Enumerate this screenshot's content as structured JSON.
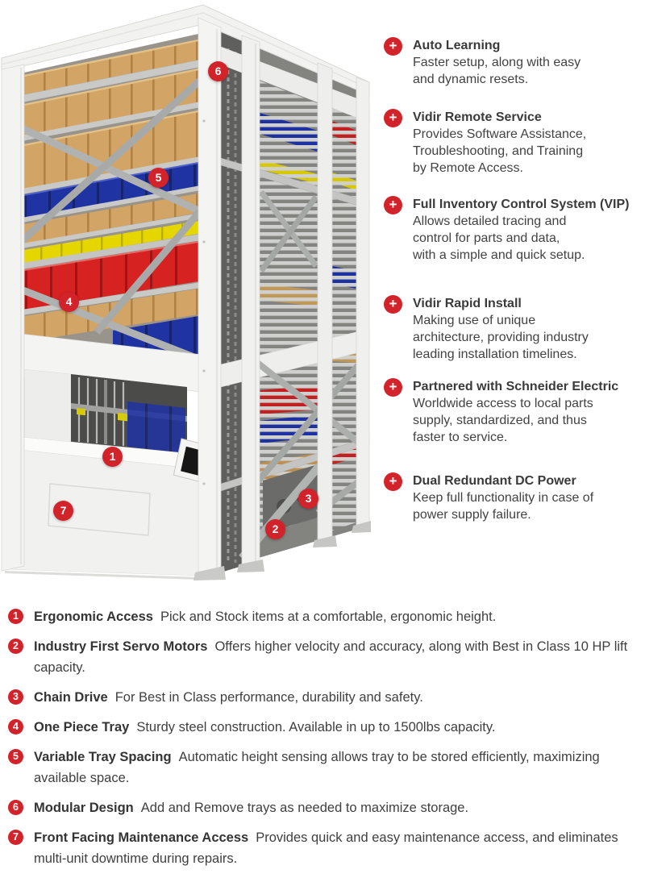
{
  "palette": {
    "accent_red": "#d2232a",
    "text_dark": "#3a3a3a",
    "machine_white": "#f2f2f0",
    "bin_blue": "#1f35a6",
    "bin_red": "#d62322",
    "bin_yellow": "#e8d900",
    "box_tan": "#d2a465"
  },
  "icons": {
    "plus": "+"
  },
  "machine_markers": [
    {
      "label": "1"
    },
    {
      "label": "2"
    },
    {
      "label": "3"
    },
    {
      "label": "4"
    },
    {
      "label": "5"
    },
    {
      "label": "6"
    },
    {
      "label": "7"
    }
  ],
  "features": [
    {
      "title": "Auto Learning",
      "description": "Faster setup, along with easy\nand dynamic resets."
    },
    {
      "title": "Vidir Remote Service",
      "description": "Provides Software Assistance,\nTroubleshooting, and Training\nby Remote Access."
    },
    {
      "title": "Full Inventory Control System (VIP)",
      "description": "Allows detailed tracing and\ncontrol for parts and data,\nwith a simple and quick setup."
    },
    {
      "title": "Vidir Rapid Install",
      "description": "Making use of unique\narchitecture, providing industry\nleading installation timelines."
    },
    {
      "title": "Partnered with Schneider Electric",
      "description": "Worldwide access to local parts\nsupply, standardized, and thus\nfaster to service."
    },
    {
      "title": "Dual Redundant DC Power",
      "description": "Keep full functionality in case of\npower supply failure."
    }
  ],
  "callouts": [
    {
      "number": "1",
      "title": "Ergonomic Access",
      "text": "Pick and Stock items at a comfortable, ergonomic height."
    },
    {
      "number": "2",
      "title": "Industry First Servo Motors",
      "text": "Offers higher velocity and accuracy, along with Best in Class 10 HP lift capacity."
    },
    {
      "number": "3",
      "title": "Chain Drive",
      "text": "For Best in Class performance, durability and safety."
    },
    {
      "number": "4",
      "title": "One Piece Tray",
      "text": "Sturdy steel construction. Available in up to 1500lbs capacity."
    },
    {
      "number": "5",
      "title": "Variable Tray Spacing",
      "text": "Automatic height sensing allows tray to be stored efficiently, maximizing available space."
    },
    {
      "number": "6",
      "title": "Modular Design",
      "text": "Add and Remove trays as needed to maximize storage."
    },
    {
      "number": "7",
      "title": "Front Facing Maintenance Access",
      "text": "Provides quick and easy maintenance access, and eliminates multi-unit downtime during repairs."
    }
  ]
}
